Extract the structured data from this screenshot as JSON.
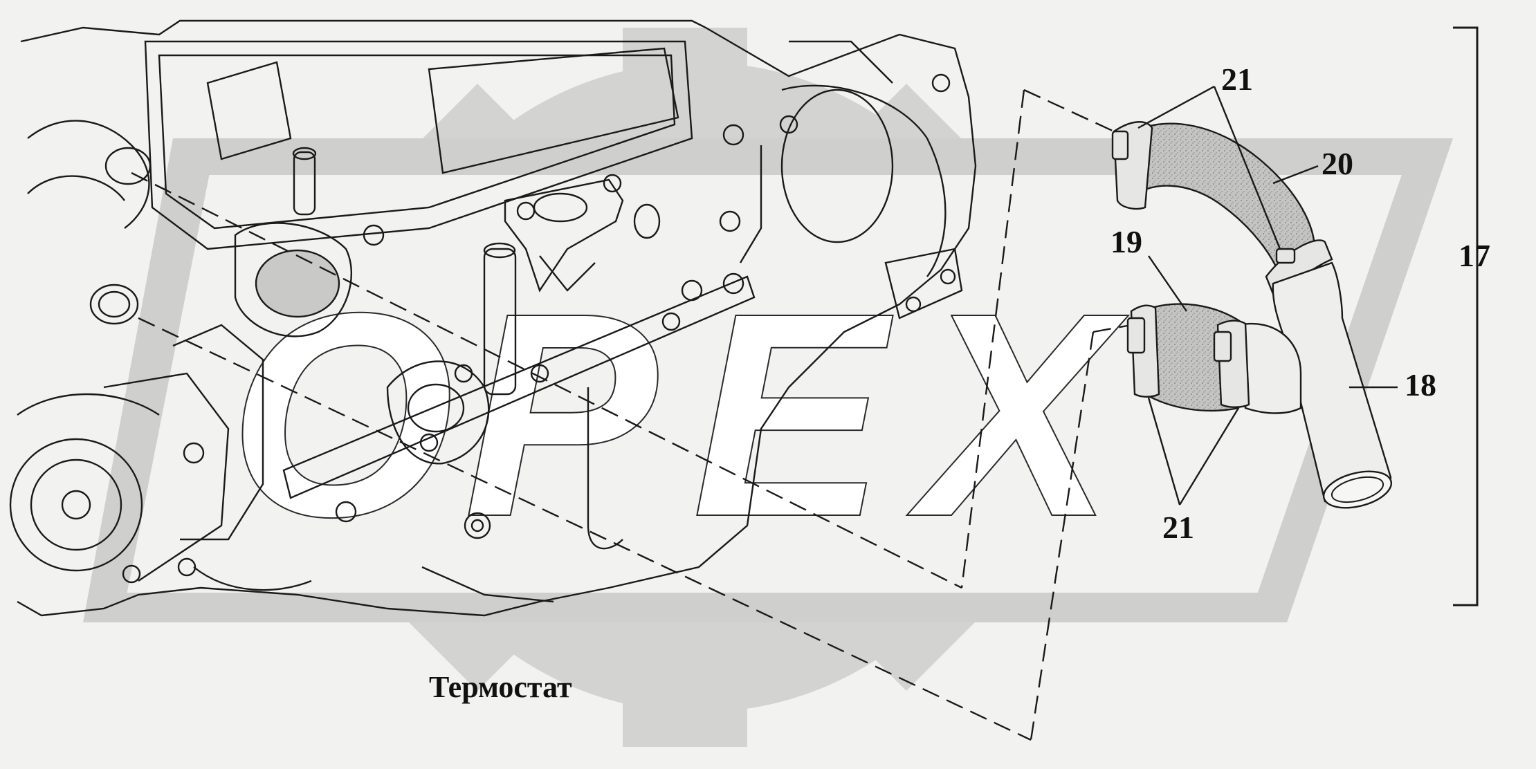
{
  "caption": "Термостат",
  "callouts": {
    "c17": "17",
    "c18": "18",
    "c19": "19",
    "c20": "20",
    "c21_top": "21",
    "c21_bottom": "21"
  },
  "watermark": {
    "text": "OPEX"
  },
  "colors": {
    "background": "#f2f2f0",
    "watermark_gray": "#d0d0ce",
    "line": "#1a1a1a",
    "hose_fill": "#bdbdbb"
  }
}
